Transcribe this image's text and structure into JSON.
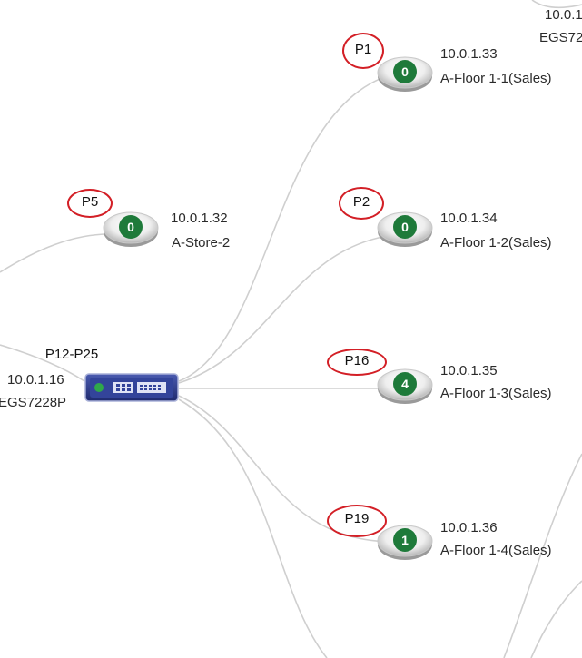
{
  "switch": {
    "ports_label": "P12-P25",
    "ip": "10.0.1.16",
    "name": "EGS7228P"
  },
  "top_right_partial": {
    "ip": "10.0.1",
    "name": "EGS72"
  },
  "nodes": [
    {
      "id": "n1",
      "port": "P1",
      "count": "0",
      "ip": "10.0.1.33",
      "name": "A-Floor 1-1(Sales)"
    },
    {
      "id": "n2",
      "port": "P2",
      "count": "0",
      "ip": "10.0.1.34",
      "name": "A-Floor 1-2(Sales)"
    },
    {
      "id": "n3",
      "port": "P16",
      "count": "4",
      "ip": "10.0.1.35",
      "name": "A-Floor 1-3(Sales)"
    },
    {
      "id": "n4",
      "port": "P19",
      "count": "1",
      "ip": "10.0.1.36",
      "name": "A-Floor 1-4(Sales)"
    },
    {
      "id": "n5",
      "port": "P5",
      "count": "0",
      "ip": "10.0.1.32",
      "name": "A-Store-2"
    }
  ],
  "colors": {
    "badge_green": "#1e7a3a",
    "highlight_red": "#d31f26",
    "link_gray": "#cfcfcf",
    "switch_navy": "#2b3a8c"
  },
  "icons": {
    "node": "access-point-icon",
    "switch": "network-switch-icon"
  }
}
